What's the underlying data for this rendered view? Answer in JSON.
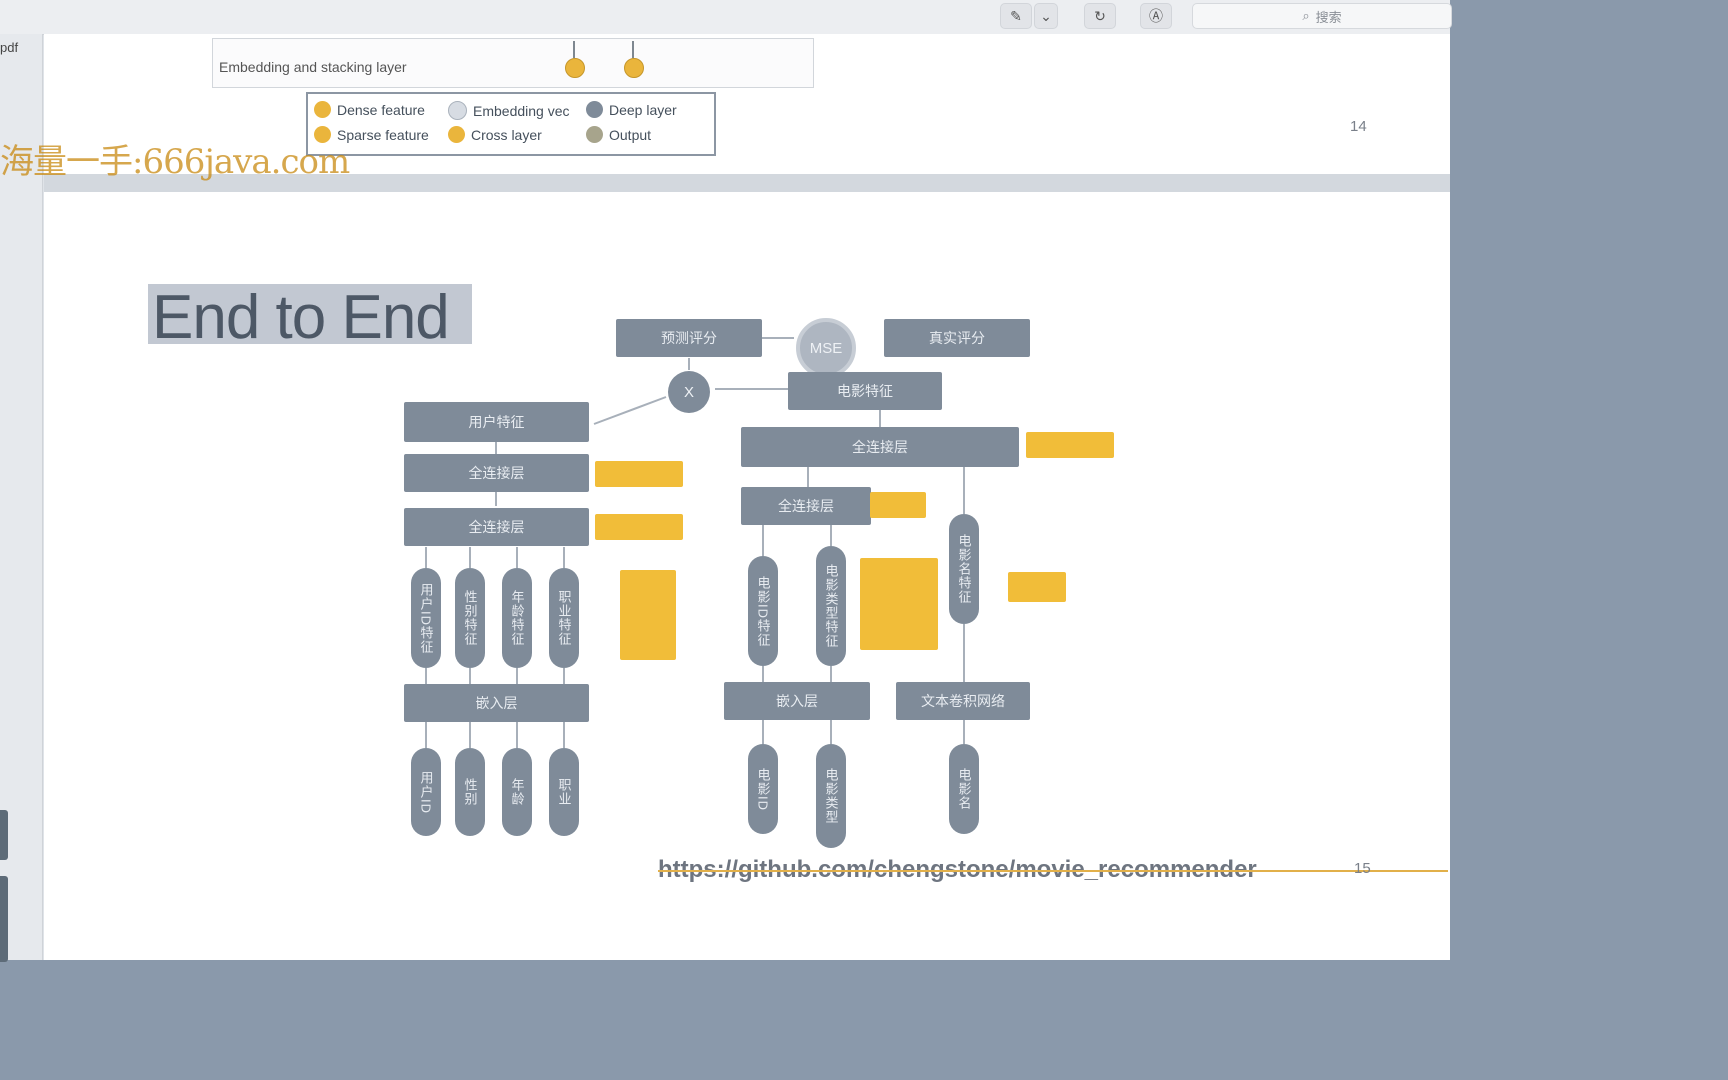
{
  "toolbar": {
    "search_placeholder": "搜索"
  },
  "sidebar": {
    "file_label": "pdf"
  },
  "page14": {
    "embedding_label": "Embedding and stacking layer",
    "legend": [
      {
        "label": "Dense feature",
        "color": "#eab53c"
      },
      {
        "label": "Embedding vec",
        "color": "#d7dce3"
      },
      {
        "label": "Deep layer",
        "color": "#7f8b99"
      },
      {
        "label": "Sparse feature",
        "color": "#eab53c"
      },
      {
        "label": "Cross layer",
        "color": "#eab53c"
      },
      {
        "label": "Output",
        "color": "#a7a48c"
      }
    ],
    "page_number": "14"
  },
  "watermark": "海量一手:666java.com",
  "page15": {
    "title": "End to End",
    "diagram": {
      "predict_score": "预测评分",
      "mse": "MSE",
      "true_score": "真实评分",
      "multiply": "X",
      "movie_feature": "电影特征",
      "user_feature": "用户特征",
      "fc_layer": "全连接层",
      "embedding_layer": "嵌入层",
      "text_cnn": "文本卷积网络",
      "user_pills_upper": [
        "用户ID特征",
        "性别特征",
        "年龄特征",
        "职业特征"
      ],
      "user_pills_lower": [
        "用户ID",
        "性别",
        "年龄",
        "职业"
      ],
      "movie_pills_upper": [
        "电影ID特征",
        "电影类型特征",
        "电影名特征"
      ],
      "movie_pills_lower": [
        "电影ID",
        "电影类型",
        "电影名"
      ]
    },
    "url": "https://github.com/chengstone/movie_recommender",
    "page_number": "15"
  }
}
